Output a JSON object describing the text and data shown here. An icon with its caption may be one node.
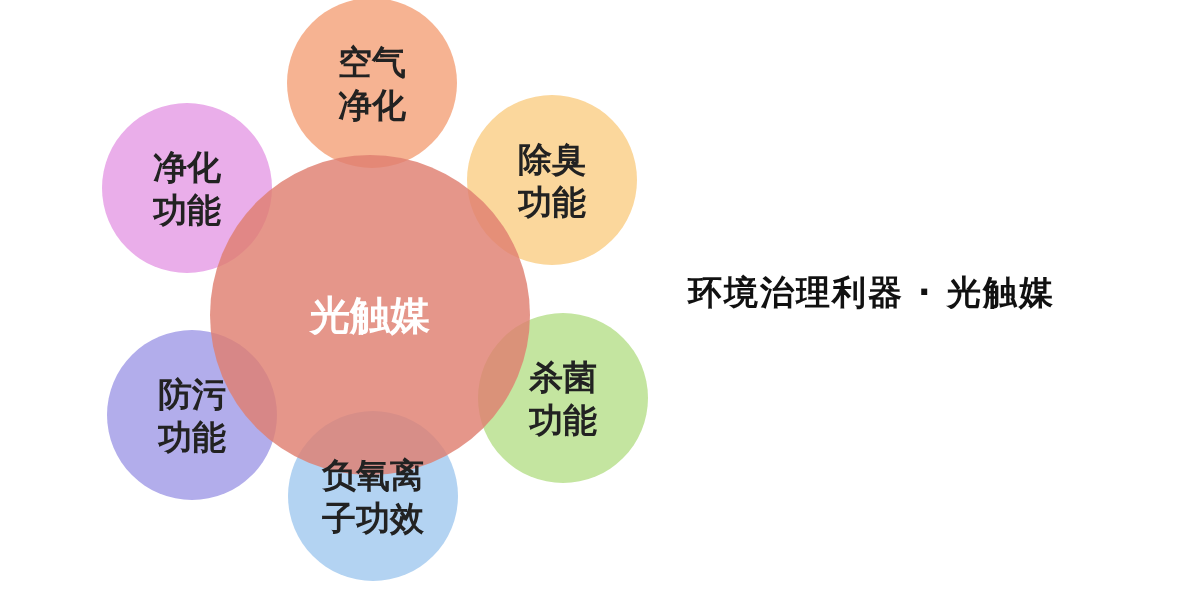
{
  "diagram": {
    "title": "环境治理利器 · 光触媒",
    "nodes": [
      {
        "text": [
          "光触媒"
        ]
      },
      {
        "text": [
          "空气净化"
        ]
      },
      {
        "text": [
          "除臭功能"
        ]
      },
      {
        "text": [
          "杀菌功能"
        ]
      },
      {
        "text": [
          "负氧离子功效"
        ]
      },
      {
        "text": [
          "防污功能"
        ]
      },
      {
        "text": [
          "净化功能"
        ]
      }
    ]
  }
}
